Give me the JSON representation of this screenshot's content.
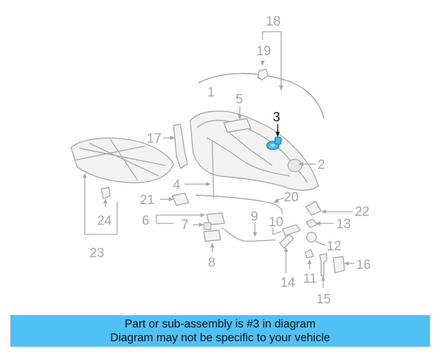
{
  "callouts": {
    "c1": "1",
    "c2": "2",
    "c3": "3",
    "c4": "4",
    "c5": "5",
    "c6": "6",
    "c7": "7",
    "c8": "8",
    "c9": "9",
    "c10": "10",
    "c11": "11",
    "c12": "12",
    "c13": "13",
    "c14": "14",
    "c15": "15",
    "c16": "16",
    "c17": "17",
    "c18": "18",
    "c19": "19",
    "c20": "20",
    "c21": "21",
    "c22": "22",
    "c23": "23",
    "c24": "24"
  },
  "highlighted_part": "3",
  "colors": {
    "highlight": "#41b7e8",
    "banner": "#4fc1f5",
    "callout": "#a6a6a6",
    "line": "#a8a8a8"
  },
  "banner": {
    "line1": "Part or sub-assembly is #3 in diagram",
    "line2": "Diagram may not be specific to your vehicle"
  }
}
